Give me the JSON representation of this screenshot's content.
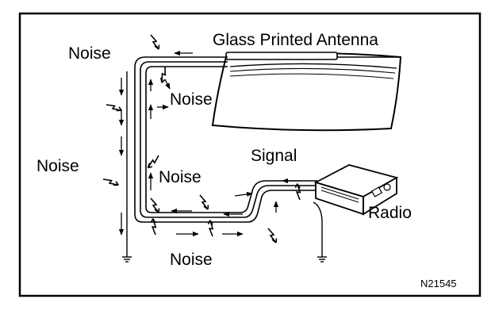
{
  "labels": {
    "antenna": "Glass Printed Antenna",
    "noise_top_left": "Noise",
    "noise_windshield": "Noise",
    "noise_left": "Noise",
    "noise_center": "Noise",
    "noise_bottom": "Noise",
    "signal": "Signal",
    "radio": "Radio",
    "figure_id": "N21545"
  },
  "colors": {
    "line": "#000000",
    "background": "#ffffff"
  },
  "icons": {
    "noise_bolt": "lightning-bolt-icon",
    "ground": "ground-symbol-icon",
    "flow_arrow": "arrow-icon"
  }
}
